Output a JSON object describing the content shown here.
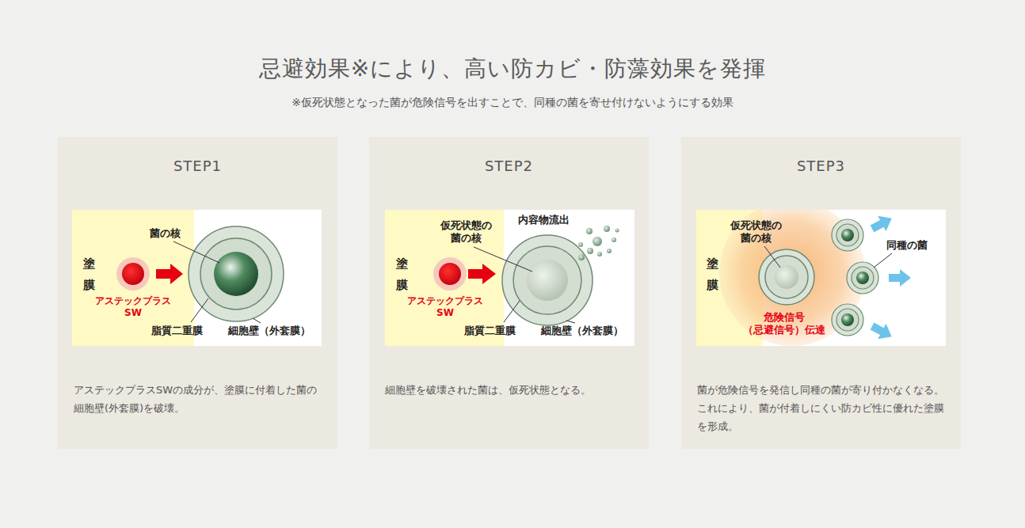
{
  "diagram": {
    "title": "忌避効果※により、高い防カビ・防藻効果を発揮",
    "nodes": [
      {
        "text": [
          "STEP1",
          "アステックプラスSWの成分が、塗膜に付着した菌の細胞壁(外套膜)を破壊。"
        ]
      },
      {
        "text": [
          "塗膜",
          "アステックプラスSW"
        ],
        "in": 0
      },
      {
        "text": [
          "STEP2",
          "細胞壁を破壊された菌は、仮死状態となる。"
        ]
      },
      {
        "text": [
          "塗膜",
          "アステックプラスSW"
        ],
        "in": 2
      },
      {
        "text": [
          "STEP3",
          "菌が危険信号を発信し同種の菌が寄り付かなくなる。これにより、菌が付着しにくい防カビ性に優れた塗膜を形成。"
        ]
      },
      {
        "text": [
          "塗膜"
        ],
        "in": 4
      }
    ],
    "labels": [
      "※仮死状態となった菌が危険信号を出すことで、同種の菌を寄せ付けないようにする効果",
      "菌の核",
      "脂質二重膜",
      "細胞壁（外套膜）",
      "仮死状態の 菌の核",
      "内容物流出",
      "脂質二重膜",
      "細胞壁（外套膜）",
      "仮死状態の 菌の核",
      "同種の菌",
      "危険信号 （忌避信号）伝達"
    ]
  }
}
